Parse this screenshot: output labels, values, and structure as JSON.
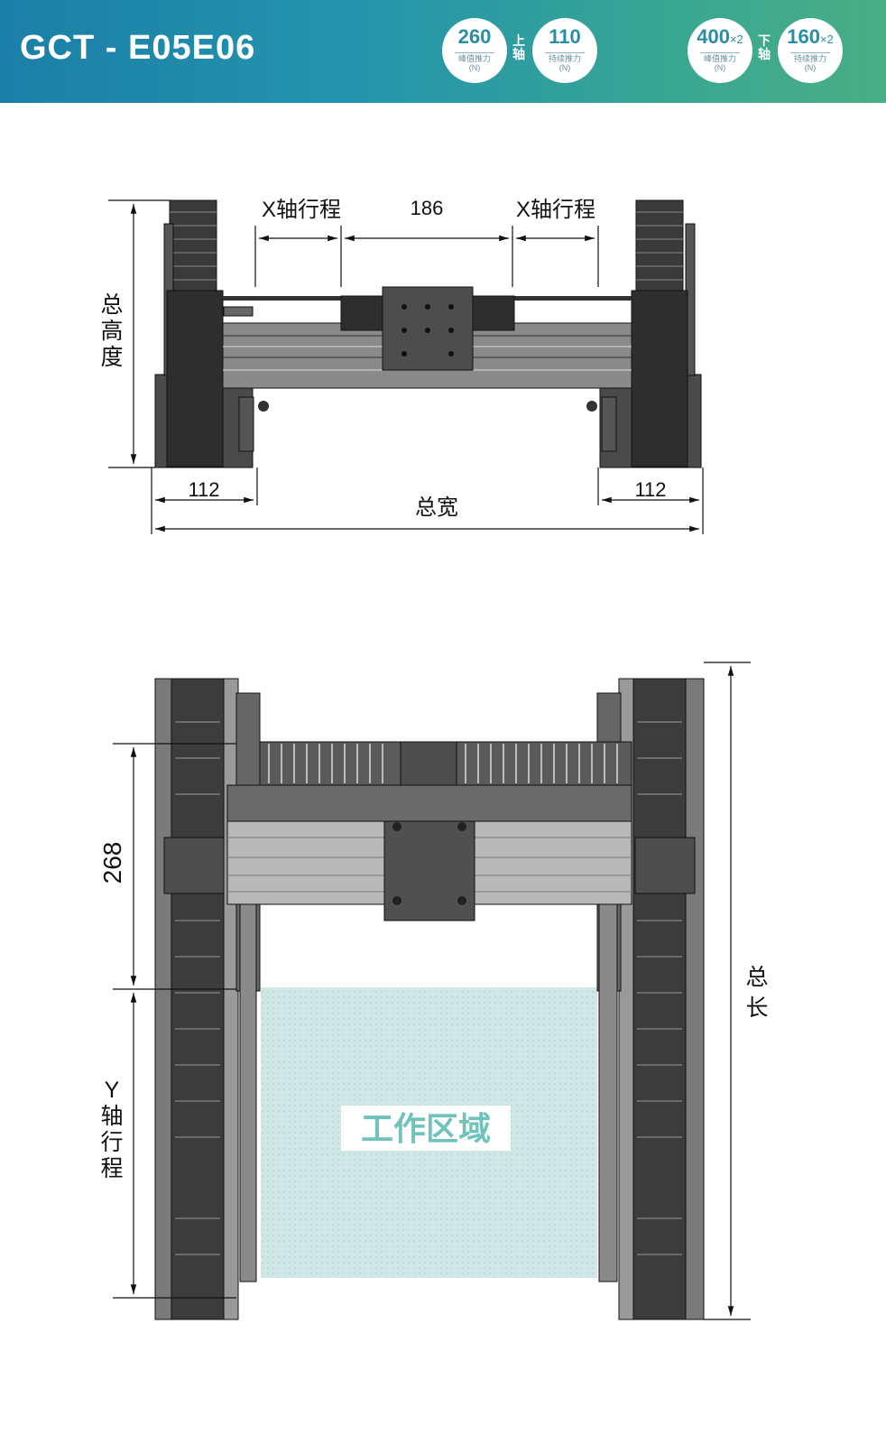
{
  "header": {
    "title": "GCT - E05E06",
    "upper_axis_label": "上\n轴",
    "lower_axis_label": "下\n轴",
    "badges": [
      {
        "value": "260",
        "multiplier": "",
        "label": "峰值推力",
        "unit": "(N)"
      },
      {
        "value": "110",
        "multiplier": "",
        "label": "持续推力",
        "unit": "(N)"
      },
      {
        "value": "400",
        "multiplier": "×2",
        "label": "峰值推力",
        "unit": "(N)"
      },
      {
        "value": "160",
        "multiplier": "×2",
        "label": "持续推力",
        "unit": "(N)"
      }
    ]
  },
  "front_view": {
    "x_stroke_left": "X轴行程",
    "center_dim": "186",
    "x_stroke_right": "X轴行程",
    "total_height": "总\n高\n度",
    "left_dim": "112",
    "right_dim": "112",
    "total_width": "总宽"
  },
  "top_view": {
    "dim_268": "268",
    "y_stroke": "Y\n轴\n行\n程",
    "total_length": "总\n长",
    "work_area": "工作区域"
  },
  "colors": {
    "header_start": "#1b7fa8",
    "header_end": "#4aae86",
    "badge_text": "#2a8fa5",
    "work_area": "#cfe8e6",
    "work_area_text": "#6fc3bb",
    "machine_dark": "#2e2e2e",
    "machine_mid": "#5a5a5a"
  }
}
